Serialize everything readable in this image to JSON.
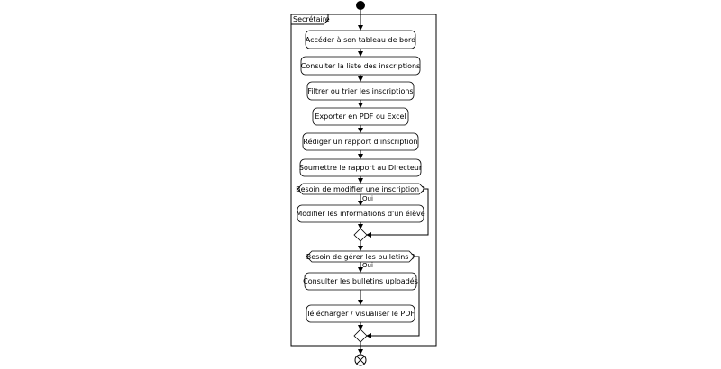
{
  "swimlane": {
    "title": "Secrétaire"
  },
  "activities": [
    "Accéder à son tableau de bord",
    "Consulter la liste des inscriptions",
    "Filtrer ou trier les inscriptions",
    "Exporter en PDF ou Excel",
    "Rédiger un rapport d'inscription",
    "Soumettre le rapport au Directeur"
  ],
  "decisions": [
    {
      "question": "Besoin de modifier une inscription ?",
      "yes_label": "Oui",
      "actions": [
        "Modifier les informations d'un élève"
      ]
    },
    {
      "question": "Besoin de gérer les bulletins ?",
      "yes_label": "Oui",
      "actions": [
        "Consulter les bulletins uploadés",
        "Télécharger / visualiser le PDF"
      ]
    }
  ],
  "colors": {
    "stroke": "#000000",
    "fill": "#ffffff",
    "text": "#000000"
  }
}
